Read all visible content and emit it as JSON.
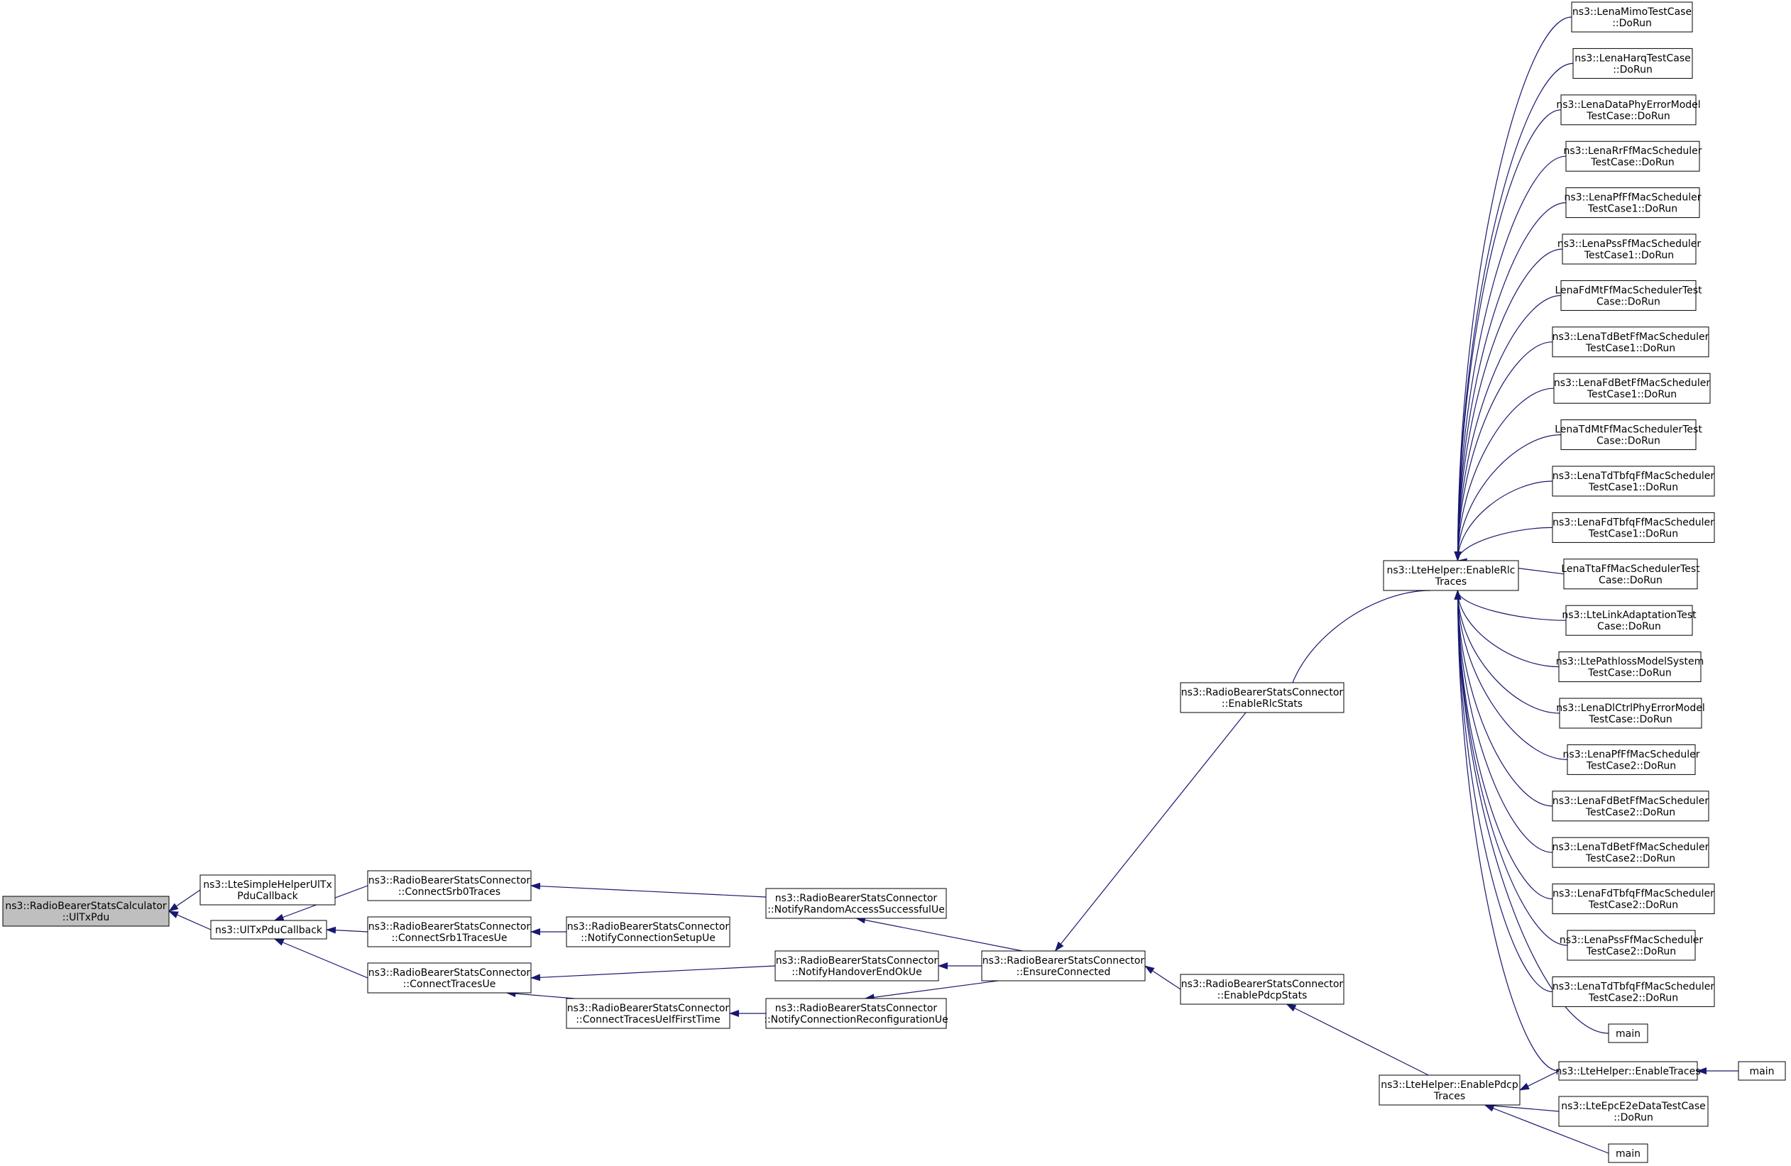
{
  "colors": {
    "edge": "#191970",
    "node_border": "#000000",
    "node_fill": "#ffffff",
    "root_fill": "#bfbfbf"
  },
  "nodes": [
    {
      "id": "root",
      "root": true,
      "lines": [
        "ns3::RadioBearerStatsCalculator",
        "::UlTxPdu"
      ]
    },
    {
      "id": "simpleHelper",
      "lines": [
        "ns3::LteSimpleHelperUlTx",
        "PduCallback"
      ]
    },
    {
      "id": "ulTxPduCb",
      "lines": [
        "ns3::UlTxPduCallback"
      ]
    },
    {
      "id": "srb0",
      "lines": [
        "ns3::RadioBearerStatsConnector",
        "::ConnectSrb0Traces"
      ]
    },
    {
      "id": "srb1",
      "lines": [
        "ns3::RadioBearerStatsConnector",
        "::ConnectSrb1TracesUe"
      ]
    },
    {
      "id": "tracesUe",
      "lines": [
        "ns3::RadioBearerStatsConnector",
        "::ConnectTracesUe"
      ]
    },
    {
      "id": "connSetup",
      "lines": [
        "ns3::RadioBearerStatsConnector",
        "::NotifyConnectionSetupUe"
      ]
    },
    {
      "id": "tracesUeFirst",
      "lines": [
        "ns3::RadioBearerStatsConnector",
        "::ConnectTracesUeIfFirstTime"
      ]
    },
    {
      "id": "randomAccess",
      "lines": [
        "ns3::RadioBearerStatsConnector",
        "::NotifyRandomAccessSuccessfulUe"
      ]
    },
    {
      "id": "handover",
      "lines": [
        "ns3::RadioBearerStatsConnector",
        "::NotifyHandoverEndOkUe"
      ]
    },
    {
      "id": "connReconf",
      "lines": [
        "ns3::RadioBearerStatsConnector",
        "::NotifyConnectionReconfigurationUe"
      ]
    },
    {
      "id": "ensure",
      "lines": [
        "ns3::RadioBearerStatsConnector",
        "::EnsureConnected"
      ]
    },
    {
      "id": "enableRlcStats",
      "lines": [
        "ns3::RadioBearerStatsConnector",
        "::EnableRlcStats"
      ]
    },
    {
      "id": "enablePdcpStats",
      "lines": [
        "ns3::RadioBearerStatsConnector",
        "::EnablePdcpStats"
      ]
    },
    {
      "id": "rlcTraces",
      "lines": [
        "ns3::LteHelper::EnableRlc",
        "Traces"
      ]
    },
    {
      "id": "pdcpTraces",
      "lines": [
        "ns3::LteHelper::EnablePdcp",
        "Traces"
      ]
    },
    {
      "id": "t0",
      "lines": [
        "ns3::LenaMimoTestCase",
        "::DoRun"
      ]
    },
    {
      "id": "t1",
      "lines": [
        "ns3::LenaHarqTestCase",
        "::DoRun"
      ]
    },
    {
      "id": "t2",
      "lines": [
        "ns3::LenaDataPhyErrorModel",
        "TestCase::DoRun"
      ]
    },
    {
      "id": "t3",
      "lines": [
        "ns3::LenaRrFfMacScheduler",
        "TestCase::DoRun"
      ]
    },
    {
      "id": "t4",
      "lines": [
        "ns3::LenaPfFfMacScheduler",
        "TestCase1::DoRun"
      ]
    },
    {
      "id": "t5",
      "lines": [
        "ns3::LenaPssFfMacScheduler",
        "TestCase1::DoRun"
      ]
    },
    {
      "id": "t6",
      "lines": [
        "LenaFdMtFfMacSchedulerTest",
        "Case::DoRun"
      ]
    },
    {
      "id": "t7",
      "lines": [
        "ns3::LenaTdBetFfMacScheduler",
        "TestCase1::DoRun"
      ]
    },
    {
      "id": "t8",
      "lines": [
        "ns3::LenaFdBetFfMacScheduler",
        "TestCase1::DoRun"
      ]
    },
    {
      "id": "t9",
      "lines": [
        "LenaTdMtFfMacSchedulerTest",
        "Case::DoRun"
      ]
    },
    {
      "id": "t10",
      "lines": [
        "ns3::LenaTdTbfqFfMacScheduler",
        "TestCase1::DoRun"
      ]
    },
    {
      "id": "t11",
      "lines": [
        "ns3::LenaFdTbfqFfMacScheduler",
        "TestCase1::DoRun"
      ]
    },
    {
      "id": "t12",
      "lines": [
        "LenaTtaFfMacSchedulerTest",
        "Case::DoRun"
      ]
    },
    {
      "id": "t13",
      "lines": [
        "ns3::LteLinkAdaptationTest",
        "Case::DoRun"
      ]
    },
    {
      "id": "t14",
      "lines": [
        "ns3::LtePathlossModelSystem",
        "TestCase::DoRun"
      ]
    },
    {
      "id": "t15",
      "lines": [
        "ns3::LenaDlCtrlPhyErrorModel",
        "TestCase::DoRun"
      ]
    },
    {
      "id": "t16",
      "lines": [
        "ns3::LenaPfFfMacScheduler",
        "TestCase2::DoRun"
      ]
    },
    {
      "id": "t17",
      "lines": [
        "ns3::LenaFdBetFfMacScheduler",
        "TestCase2::DoRun"
      ]
    },
    {
      "id": "t18",
      "lines": [
        "ns3::LenaTdBetFfMacScheduler",
        "TestCase2::DoRun"
      ]
    },
    {
      "id": "t19",
      "lines": [
        "ns3::LenaFdTbfqFfMacScheduler",
        "TestCase2::DoRun"
      ]
    },
    {
      "id": "t20",
      "lines": [
        "ns3::LenaPssFfMacScheduler",
        "TestCase2::DoRun"
      ]
    },
    {
      "id": "t21",
      "lines": [
        "ns3::LenaTdTbfqFfMacScheduler",
        "TestCase2::DoRun"
      ]
    },
    {
      "id": "mainA",
      "lines": [
        "main"
      ]
    },
    {
      "id": "enableTraces",
      "lines": [
        "ns3::LteHelper::EnableTraces"
      ]
    },
    {
      "id": "mainB",
      "lines": [
        "main"
      ]
    },
    {
      "id": "epc",
      "lines": [
        "ns3::LteEpcE2eDataTestCase",
        "::DoRun"
      ]
    },
    {
      "id": "mainC",
      "lines": [
        "main"
      ]
    }
  ],
  "edges": [
    [
      "simpleHelper",
      "root"
    ],
    [
      "ulTxPduCb",
      "root"
    ],
    [
      "srb0",
      "ulTxPduCb"
    ],
    [
      "srb1",
      "ulTxPduCb"
    ],
    [
      "tracesUe",
      "ulTxPduCb"
    ],
    [
      "randomAccess",
      "srb0"
    ],
    [
      "connSetup",
      "srb1"
    ],
    [
      "handover",
      "tracesUe"
    ],
    [
      "tracesUeFirst",
      "tracesUe"
    ],
    [
      "connReconf",
      "tracesUeFirst"
    ],
    [
      "ensure",
      "randomAccess"
    ],
    [
      "ensure",
      "handover"
    ],
    [
      "ensure",
      "connReconf"
    ],
    [
      "enableRlcStats",
      "ensure"
    ],
    [
      "enablePdcpStats",
      "ensure"
    ],
    [
      "rlcTraces",
      "enableRlcStats"
    ],
    [
      "pdcpTraces",
      "enablePdcpStats"
    ],
    [
      "t0",
      "rlcTraces"
    ],
    [
      "t1",
      "rlcTraces"
    ],
    [
      "t2",
      "rlcTraces"
    ],
    [
      "t3",
      "rlcTraces"
    ],
    [
      "t4",
      "rlcTraces"
    ],
    [
      "t5",
      "rlcTraces"
    ],
    [
      "t6",
      "rlcTraces"
    ],
    [
      "t7",
      "rlcTraces"
    ],
    [
      "t8",
      "rlcTraces"
    ],
    [
      "t9",
      "rlcTraces"
    ],
    [
      "t10",
      "rlcTraces"
    ],
    [
      "t11",
      "rlcTraces"
    ],
    [
      "t12",
      "rlcTraces"
    ],
    [
      "t13",
      "rlcTraces"
    ],
    [
      "t14",
      "rlcTraces"
    ],
    [
      "t15",
      "rlcTraces"
    ],
    [
      "t16",
      "rlcTraces"
    ],
    [
      "t17",
      "rlcTraces"
    ],
    [
      "t18",
      "rlcTraces"
    ],
    [
      "t19",
      "rlcTraces"
    ],
    [
      "t20",
      "rlcTraces"
    ],
    [
      "t21",
      "rlcTraces"
    ],
    [
      "mainA",
      "rlcTraces"
    ],
    [
      "enableTraces",
      "rlcTraces"
    ],
    [
      "enableTraces",
      "pdcpTraces"
    ],
    [
      "epc",
      "pdcpTraces"
    ],
    [
      "mainC",
      "pdcpTraces"
    ],
    [
      "mainB",
      "enableTraces"
    ]
  ]
}
